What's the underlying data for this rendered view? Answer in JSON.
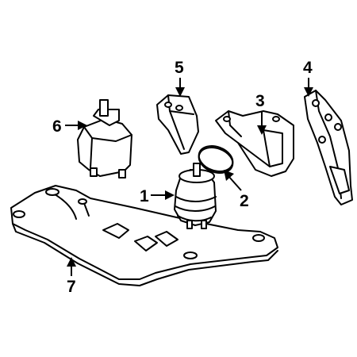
{
  "diagram": {
    "callouts": [
      {
        "id": "1",
        "label": "1",
        "part": "engine-mount"
      },
      {
        "id": "2",
        "label": "2",
        "part": "heat-shield-disc"
      },
      {
        "id": "3",
        "label": "3",
        "part": "engine-bracket-right"
      },
      {
        "id": "4",
        "label": "4",
        "part": "engine-bracket-left"
      },
      {
        "id": "5",
        "label": "5",
        "part": "mount-bracket"
      },
      {
        "id": "6",
        "label": "6",
        "part": "transmission-mount"
      },
      {
        "id": "7",
        "label": "7",
        "part": "crossmember"
      }
    ]
  }
}
